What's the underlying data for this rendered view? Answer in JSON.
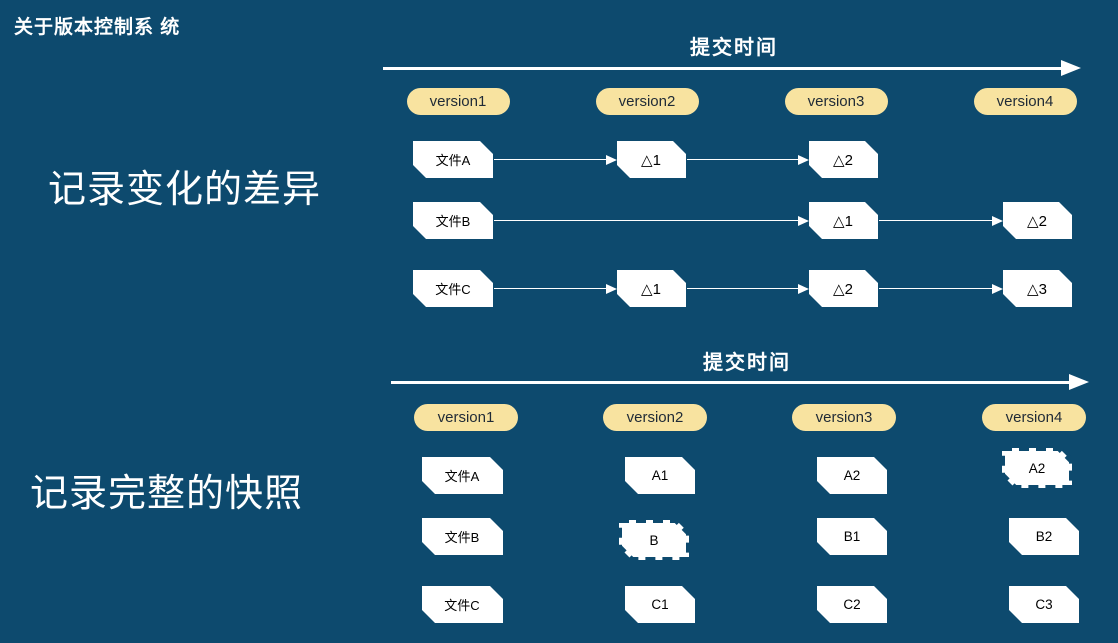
{
  "page": {
    "title": "关于版本控制系 统"
  },
  "colors": {
    "background": "#0D4A6E",
    "badge_fill": "#F8E3A0",
    "badge_text": "#1F2A36",
    "box_fill": "#FFFFFF",
    "box_text": "#000000",
    "arrow": "#FFFFFF",
    "text": "#FFFFFF"
  },
  "sections": [
    {
      "id": "diff",
      "label": "记录变化的差异",
      "timeline_title": "提交时间",
      "versions": [
        "version1",
        "version2",
        "version3",
        "version4"
      ],
      "connectors": true,
      "rows": [
        {
          "file": "文件A",
          "cells": [
            {
              "col": 0,
              "label": "文件A",
              "type": "file"
            },
            {
              "col": 1,
              "label": "△1",
              "type": "delta"
            },
            {
              "col": 2,
              "label": "△2",
              "type": "delta"
            }
          ]
        },
        {
          "file": "文件B",
          "cells": [
            {
              "col": 0,
              "label": "文件B",
              "type": "file"
            },
            {
              "col": 2,
              "label": "△1",
              "type": "delta"
            },
            {
              "col": 3,
              "label": "△2",
              "type": "delta"
            }
          ]
        },
        {
          "file": "文件C",
          "cells": [
            {
              "col": 0,
              "label": "文件C",
              "type": "file"
            },
            {
              "col": 1,
              "label": "△1",
              "type": "delta"
            },
            {
              "col": 2,
              "label": "△2",
              "type": "delta"
            },
            {
              "col": 3,
              "label": "△3",
              "type": "delta"
            }
          ]
        }
      ]
    },
    {
      "id": "snapshot",
      "label": "记录完整的快照",
      "timeline_title": "提交时间",
      "versions": [
        "version1",
        "version2",
        "version3",
        "version4"
      ],
      "connectors": false,
      "rows": [
        {
          "file": "文件A",
          "cells": [
            {
              "col": 0,
              "label": "文件A",
              "type": "file"
            },
            {
              "col": 1,
              "label": "A1",
              "type": "snapshot"
            },
            {
              "col": 2,
              "label": "A2",
              "type": "snapshot"
            },
            {
              "col": 3,
              "label": "A2",
              "type": "snapshot",
              "style": "dashed"
            }
          ]
        },
        {
          "file": "文件B",
          "cells": [
            {
              "col": 0,
              "label": "文件B",
              "type": "file"
            },
            {
              "col": 1,
              "label": "B",
              "type": "snapshot",
              "style": "dashed"
            },
            {
              "col": 2,
              "label": "B1",
              "type": "snapshot"
            },
            {
              "col": 3,
              "label": "B2",
              "type": "snapshot"
            }
          ]
        },
        {
          "file": "文件C",
          "cells": [
            {
              "col": 0,
              "label": "文件C",
              "type": "file"
            },
            {
              "col": 1,
              "label": "C1",
              "type": "snapshot"
            },
            {
              "col": 2,
              "label": "C2",
              "type": "snapshot"
            },
            {
              "col": 3,
              "label": "C3",
              "type": "snapshot"
            }
          ]
        }
      ]
    }
  ]
}
